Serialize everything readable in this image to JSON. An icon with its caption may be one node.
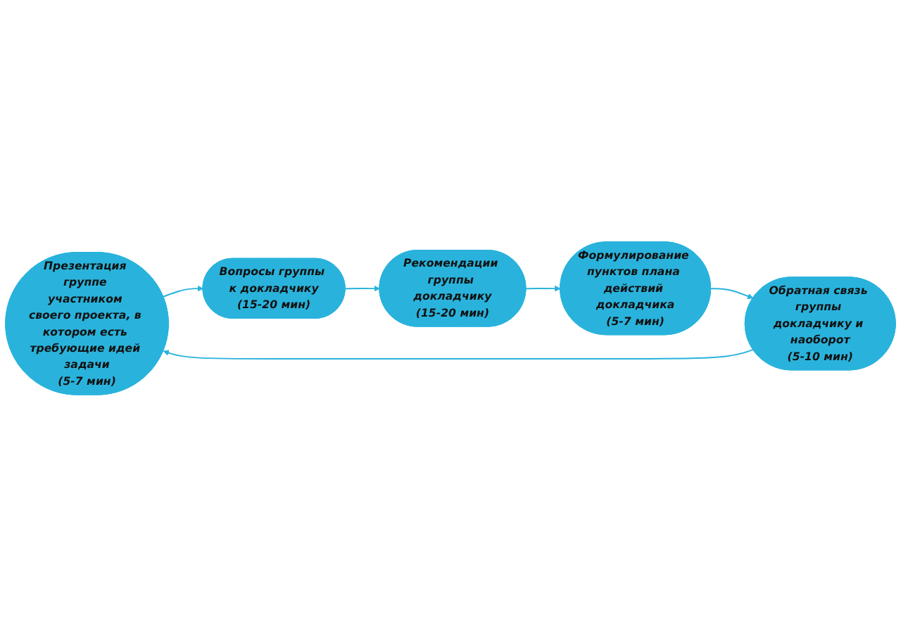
{
  "diagram": {
    "nodes": [
      {
        "text": [
          "Презентация группе участником своего проекта, в котором есть требующие идей задачи",
          "(5-7 мин)"
        ]
      },
      {
        "text": [
          "Вопросы группы к докладчику",
          "(15-20 мин)"
        ]
      },
      {
        "text": [
          "Рекомендации группы докладчику",
          "(15-20 мин)"
        ]
      },
      {
        "text": [
          "Формулирование пунктов плана действий докладчика",
          "(5-7 мин)"
        ]
      },
      {
        "text": [
          "Обратная связь группы докладчику и наоборот",
          "(5-10 мин)"
        ]
      }
    ],
    "edges": [
      {
        "from": 0,
        "to": 1,
        "arrow": "to"
      },
      {
        "from": 1,
        "to": 2,
        "arrow": "to"
      },
      {
        "from": 2,
        "to": 3,
        "arrow": "to"
      },
      {
        "from": 3,
        "to": 4,
        "arrow": "to"
      },
      {
        "from": 4,
        "to": 0,
        "arrow": "to"
      }
    ]
  }
}
